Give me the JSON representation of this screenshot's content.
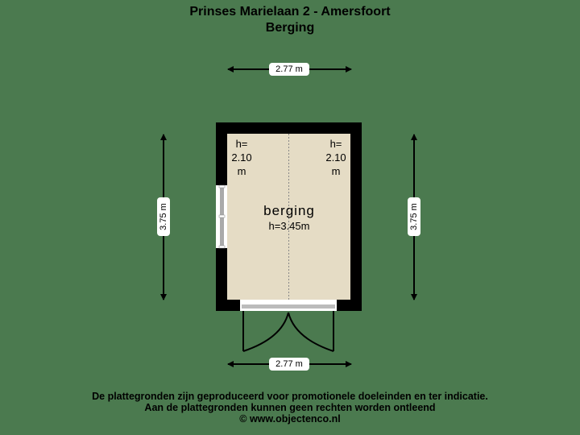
{
  "header": {
    "address": "Prinses Marielaan 2 - Amersfoort",
    "floor": "Berging"
  },
  "plan": {
    "room": {
      "name": "berging",
      "height": "h=3.45m"
    },
    "ceiling_labels": [
      {
        "line1": "h=",
        "line2": "2.10",
        "line3": "m"
      },
      {
        "line1": "h=",
        "line2": "2.10",
        "line3": "m"
      }
    ],
    "dimensions": {
      "top": "2.77 m",
      "bottom": "2.77 m",
      "left": "3.75 m",
      "right": "3.75 m"
    },
    "colors": {
      "background": "#4b7a4f",
      "floor": "#e5dcc5",
      "wall": "#000000"
    }
  },
  "footer": {
    "line1": "De plattegronden zijn geproduceerd voor promotionele doeleinden en ter indicatie.",
    "line2": "Aan de plattegronden kunnen geen rechten worden ontleend",
    "line3": "© www.objectenco.nl"
  }
}
